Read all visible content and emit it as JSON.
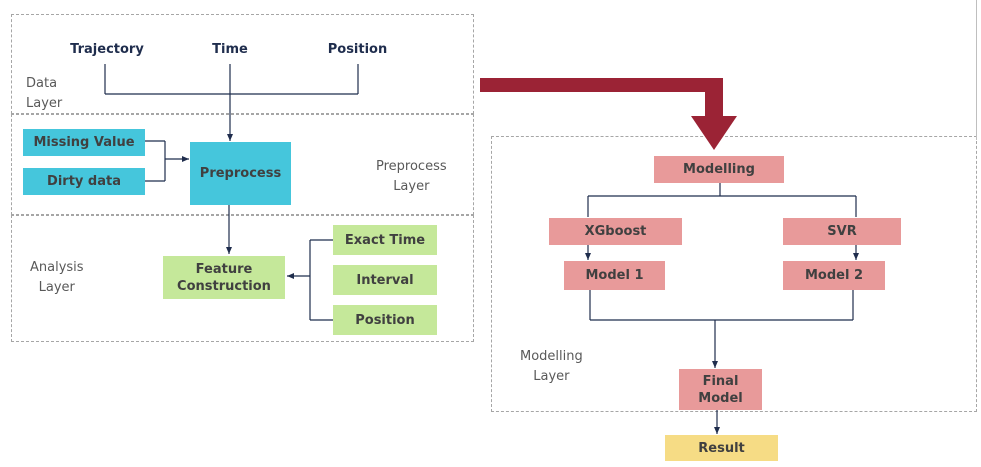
{
  "layers": {
    "data": "Data\nLayer",
    "preprocess": "Preprocess\nLayer",
    "analysis": "Analysis\nLayer",
    "modelling": "Modelling\nLayer"
  },
  "inputs": {
    "trajectory": "Trajectory",
    "time": "Time",
    "position": "Position"
  },
  "preprocess": {
    "missing_value": "Missing Value",
    "dirty_data": "Dirty data",
    "node": "Preprocess"
  },
  "analysis": {
    "feature": "Feature\nConstruction",
    "exact_time": "Exact Time",
    "interval": "Interval",
    "position": "Position"
  },
  "modelling": {
    "modelling": "Modelling",
    "xgboost": "XGboost",
    "svr": "SVR",
    "model1": "Model 1",
    "model2": "Model 2",
    "final": "Final\nModel",
    "result": "Result"
  },
  "colors": {
    "input_blue": "#4a90d9",
    "preprocess_cyan": "#45c6dc",
    "feature_green": "#c5e89a",
    "model_pink": "#e89a9a",
    "result_yellow": "#f6dc85",
    "big_arrow": "#9b2335",
    "line": "#1f2d4d"
  }
}
